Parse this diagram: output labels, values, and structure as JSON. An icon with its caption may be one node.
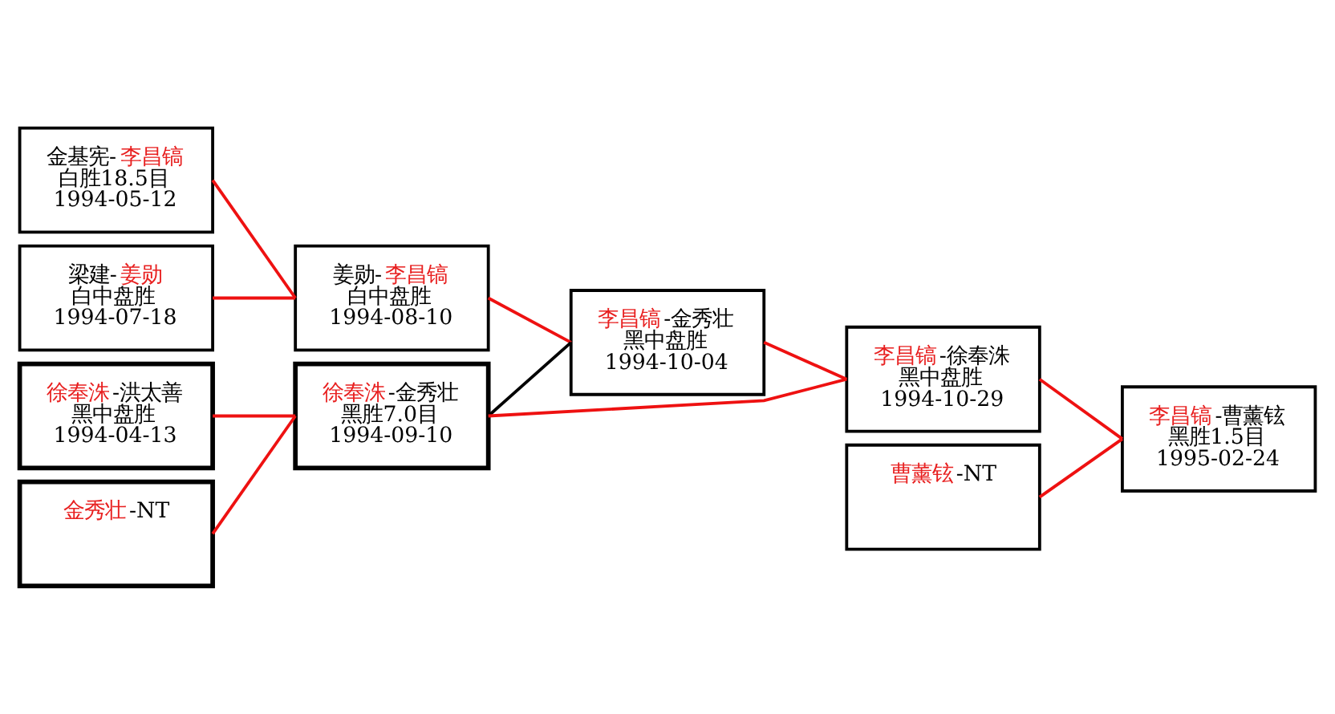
{
  "diagram": {
    "nodes": [
      {
        "text": [
          "金基宪-李昌镐",
          "白胜18.5目",
          "1994-05-12"
        ]
      },
      {
        "text": [
          "梁建-姜勋",
          "白中盘胜",
          "1994-07-18"
        ]
      },
      {
        "text": [
          "徐奉洙-洪太善",
          "黑中盘胜",
          "1994-04-13"
        ]
      },
      {
        "text": [
          "金秀壮-NT"
        ]
      },
      {
        "text": [
          "姜勋-李昌镐",
          "白中盘胜",
          "1994-08-10"
        ]
      },
      {
        "text": [
          "徐奉洙-金秀壮",
          "黑胜7.0目",
          "1994-09-10"
        ]
      },
      {
        "text": [
          "李昌镐-金秀壮",
          "黑中盘胜",
          "1994-10-04"
        ]
      },
      {
        "text": [
          "李昌镐-徐奉洙",
          "黑中盘胜",
          "1994-10-29"
        ]
      },
      {
        "text": [
          "曹薰铉-NT"
        ]
      },
      {
        "text": [
          "李昌镐-曹薰铉",
          "黑胜1.5目",
          "1995-02-24"
        ]
      }
    ],
    "edges": [
      {
        "from": 0,
        "to": 4,
        "arrow": "none"
      },
      {
        "from": 1,
        "to": 4,
        "arrow": "none"
      },
      {
        "from": 2,
        "to": 5,
        "arrow": "none"
      },
      {
        "from": 3,
        "to": 5,
        "arrow": "none"
      },
      {
        "from": 4,
        "to": 6,
        "arrow": "none"
      },
      {
        "from": 5,
        "to": 6,
        "arrow": "none",
        "color": "#000000"
      },
      {
        "from": 6,
        "to": 7,
        "arrow": "none"
      },
      {
        "from": 5,
        "to": 7,
        "arrow": "none"
      },
      {
        "from": 7,
        "to": 9,
        "arrow": "none"
      },
      {
        "from": 8,
        "to": 9,
        "arrow": "none"
      }
    ]
  }
}
